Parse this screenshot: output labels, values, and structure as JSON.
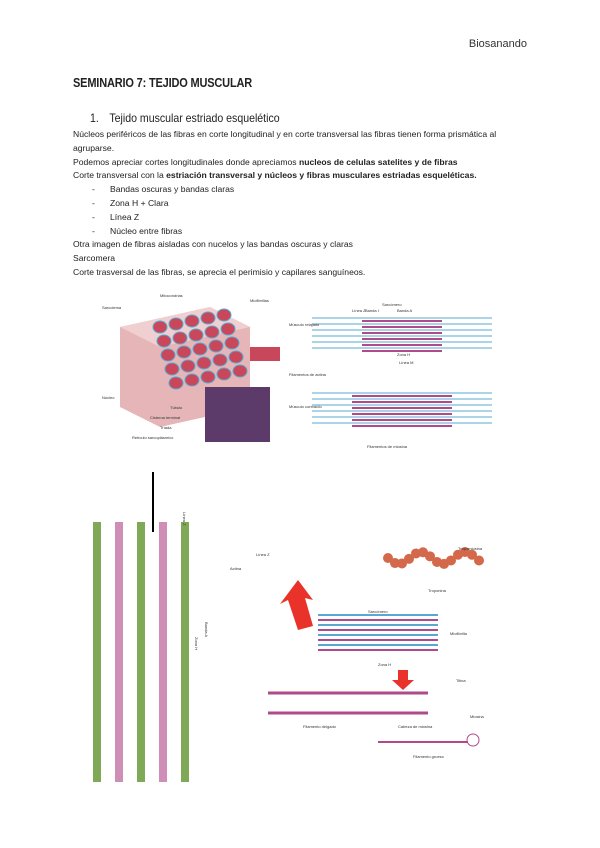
{
  "header": {
    "brand": "Biosanando"
  },
  "title": "SEMINARIO 7: TEJIDO MUSCULAR",
  "section": {
    "number": "1.",
    "title": "Tejido muscular estriado esquelético"
  },
  "paragraphs": {
    "p1": "Núcleos periféricos de las fibras en corte longitudinal y en corte transversal las fibras tienen forma prismática al agruparse.",
    "p2_pre": "Podemos apreciar cortes longitudinales donde apreciamos ",
    "p2_bold": "nucleos de celulas satelites y de fibras",
    "p3_pre": "Corte transversal con la ",
    "p3_bold": "estriación transversal y núcleos y fibras musculares estriadas esqueléticas.",
    "p4": "Otra imagen de fibras aisladas con nucelos y las bandas oscuras y claras",
    "p5": "Sarcomera",
    "p6": "Corte trasversal de las fibras, se aprecia el perimisio y capilares sanguíneos."
  },
  "bullets": [
    "Bandas oscuras y bandas claras",
    "Zona H + Clara",
    "Línea Z",
    "Núcleo entre fibras"
  ],
  "figures": {
    "fig1": {
      "labels": [
        "Mitocondrias",
        "Miofibrillas",
        "Sarcolema",
        "Núcleo",
        "Túbulo",
        "Cisterna terminal",
        "Tríada",
        "Retículo sarcoplásmico"
      ]
    },
    "fig2": {
      "labels": [
        "Sarcómero",
        "Línea Z",
        "Banda I",
        "Banda A",
        "Zona H",
        "Línea M",
        "Músculo relajado",
        "Músculo contraído",
        "Filamentos de actina",
        "Filamentos de miosina"
      ]
    },
    "fig3": {
      "labels": [
        "Línea Z",
        "Banda A",
        "Zona H"
      ]
    },
    "fig4": {
      "labels": [
        "Línea Z",
        "Actina",
        "Troponina",
        "Tropomiosina",
        "Sarcómero",
        "Miofibrilla",
        "Zona H",
        "Titina",
        "Miosina",
        "Cabeza de miosina",
        "Filamento delgado",
        "Filamento grueso"
      ]
    }
  },
  "colors": {
    "actin": "#5aa8d0",
    "myosin": "#b04a8a",
    "fiber": "#c9475a",
    "bead": "#d4684a",
    "green": "#6a9a3a",
    "red": "#e8322a"
  }
}
